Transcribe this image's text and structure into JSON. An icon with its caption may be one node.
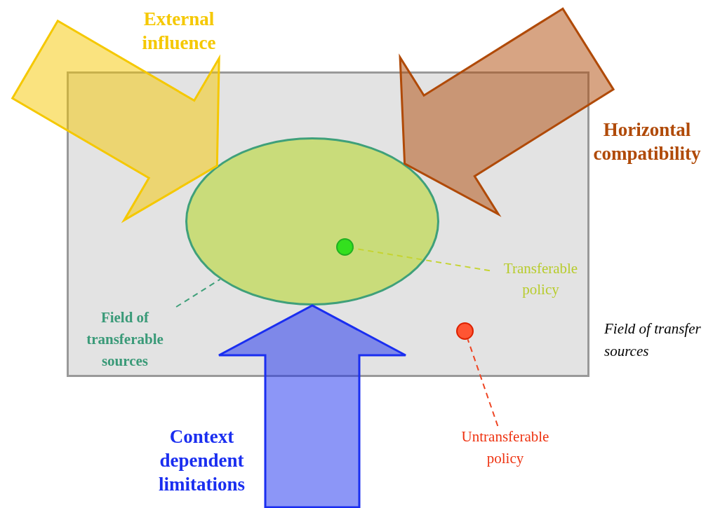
{
  "diagram": {
    "nodes": [
      {
        "text": [
          "Field of transfer sources"
        ]
      },
      {
        "text": [],
        "shape": "ellipse",
        "in": 0
      },
      {
        "text": [],
        "shape": "circle",
        "in": 1
      },
      {
        "text": [
          "Transferable policy"
        ],
        "in": 0
      },
      {
        "text": [],
        "shape": "circle",
        "in": 0
      },
      {
        "text": [
          "Untransferable policy"
        ]
      },
      {
        "text": [
          "Field of transferable sources"
        ],
        "in": 0
      }
    ],
    "edges": [
      {
        "from": 6,
        "to": 1,
        "arrow": "none",
        "style": "dashed",
        "color": "#3fa07a"
      },
      {
        "from": 3,
        "to": 2,
        "arrow": "none",
        "style": "dashed",
        "color": "#c5d430"
      },
      {
        "from": 5,
        "to": 4,
        "arrow": "none",
        "style": "dashed",
        "color": "#ee4422"
      },
      {
        "from": null,
        "to": 1,
        "arrow": "to",
        "label": "External influence",
        "style": "thick",
        "color": "#f5c800"
      },
      {
        "from": null,
        "to": 1,
        "arrow": "to",
        "label": "Horizontal compatibility",
        "style": "thick",
        "color": "#b04a08"
      },
      {
        "from": null,
        "to": 1,
        "arrow": "to",
        "label": "Context dependent limitations",
        "style": "thick",
        "color": "#1a2ef0"
      }
    ]
  }
}
